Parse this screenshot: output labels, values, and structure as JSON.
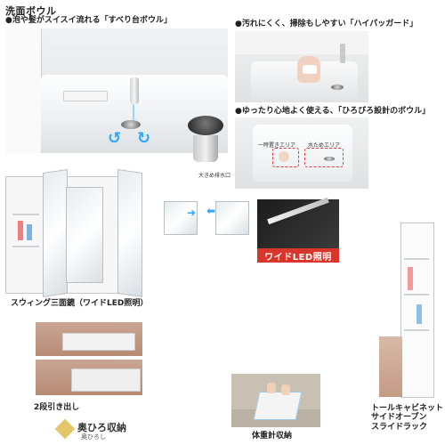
{
  "page": {
    "section_title": "洗面ボウル"
  },
  "captions": {
    "bowl_slide": "●泡や髪がスイスイ流れる「すべり台ボウル」",
    "hyper_guard": "●汚れにくく、掃除もしやすい「ハイパッガード」",
    "wide_bowl": "●ゆったり心地よく使える、「ひろびろ設計のボウル」",
    "swing_mirror": "スウィング三面鏡（ワイドLED照明）",
    "drawers": "2段引き出し",
    "scale_storage": "体重計収納",
    "tall_cabinet_line1": "トールキャビネット",
    "tall_cabinet_line2": "サイドオープン",
    "tall_cabinet_line3": "スライドラック"
  },
  "tags": {
    "hand_wash_area": "一時置きエリア",
    "water_area": "水ためエリア",
    "drain_note": "大きめ排水口",
    "led_banner": "ワイドLED照明"
  },
  "logo": {
    "main": "奥ひろ収納",
    "sub": "奥ひろし"
  },
  "icons": {
    "flow_arrows": "blue-swirl-arrows",
    "logo_mark": "cube-logo-icon"
  },
  "colors": {
    "accent_red": "#d9362b",
    "flow_blue": "#2fa6ff",
    "wood": "#b68b75"
  }
}
